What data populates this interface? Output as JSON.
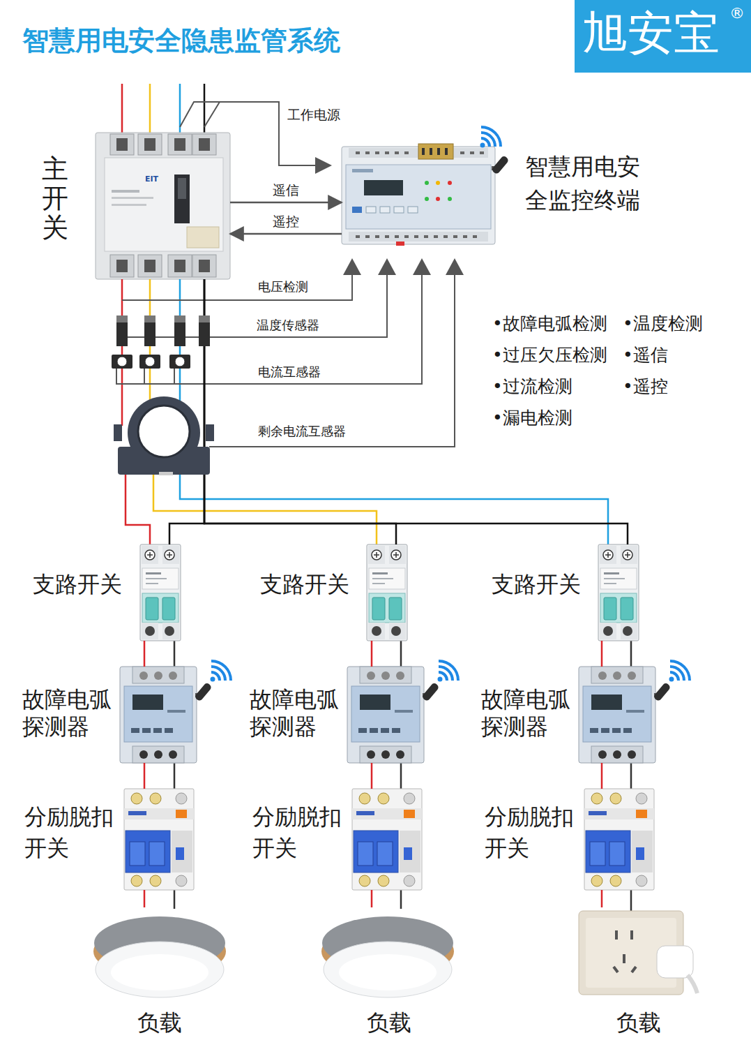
{
  "diagram": {
    "title": "智慧用电安全隐患监管系统",
    "nodes": [
      {
        "text": [
          "旭安宝",
          "®"
        ]
      },
      {
        "text": [
          "主开关"
        ]
      },
      {
        "text": [
          "智慧用电安 全监控终端"
        ]
      },
      {
        "text": [
          "支路开关"
        ]
      },
      {
        "text": [
          "支路开关"
        ]
      },
      {
        "text": [
          "支路开关"
        ]
      },
      {
        "text": [
          "故障电弧 探测器"
        ]
      },
      {
        "text": [
          "故障电弧 探测器"
        ]
      },
      {
        "text": [
          "故障电弧 探测器"
        ]
      },
      {
        "text": [
          "分励脱扣 开关"
        ]
      },
      {
        "text": [
          "分励脱扣 开关"
        ]
      },
      {
        "text": [
          "分励脱扣 开关"
        ]
      },
      {
        "text": [
          "负载"
        ]
      },
      {
        "text": [
          "负载"
        ]
      },
      {
        "text": [
          "负载"
        ]
      }
    ],
    "edges": [
      {
        "from": 1,
        "to": 2,
        "label": "遥信",
        "arrow": "to"
      },
      {
        "from": 2,
        "to": 1,
        "label": "遥控",
        "arrow": "to"
      },
      {
        "from": 1,
        "to": 3,
        "arrow": "none"
      },
      {
        "from": 1,
        "to": 4,
        "arrow": "none"
      },
      {
        "from": 1,
        "to": 5,
        "arrow": "none"
      },
      {
        "from": 3,
        "to": 6,
        "arrow": "none"
      },
      {
        "from": 6,
        "to": 9,
        "arrow": "none"
      },
      {
        "from": 9,
        "to": 12,
        "arrow": "none"
      },
      {
        "from": 4,
        "to": 7,
        "arrow": "none"
      },
      {
        "from": 7,
        "to": 10,
        "arrow": "none"
      },
      {
        "from": 10,
        "to": 13,
        "arrow": "none"
      },
      {
        "from": 5,
        "to": 8,
        "arrow": "none"
      },
      {
        "from": 8,
        "to": 11,
        "arrow": "none"
      },
      {
        "from": 11,
        "to": 14,
        "arrow": "none"
      }
    ],
    "labels": [
      "工作电源",
      "电压检测",
      "温度传感器",
      "电流互感器",
      "剩余电流互感器",
      "•故障电弧检测",
      "•温度检测",
      "•过压欠压检测",
      "•遥信",
      "•过流检测",
      "•遥控",
      "•漏电检测",
      "EIT"
    ]
  }
}
